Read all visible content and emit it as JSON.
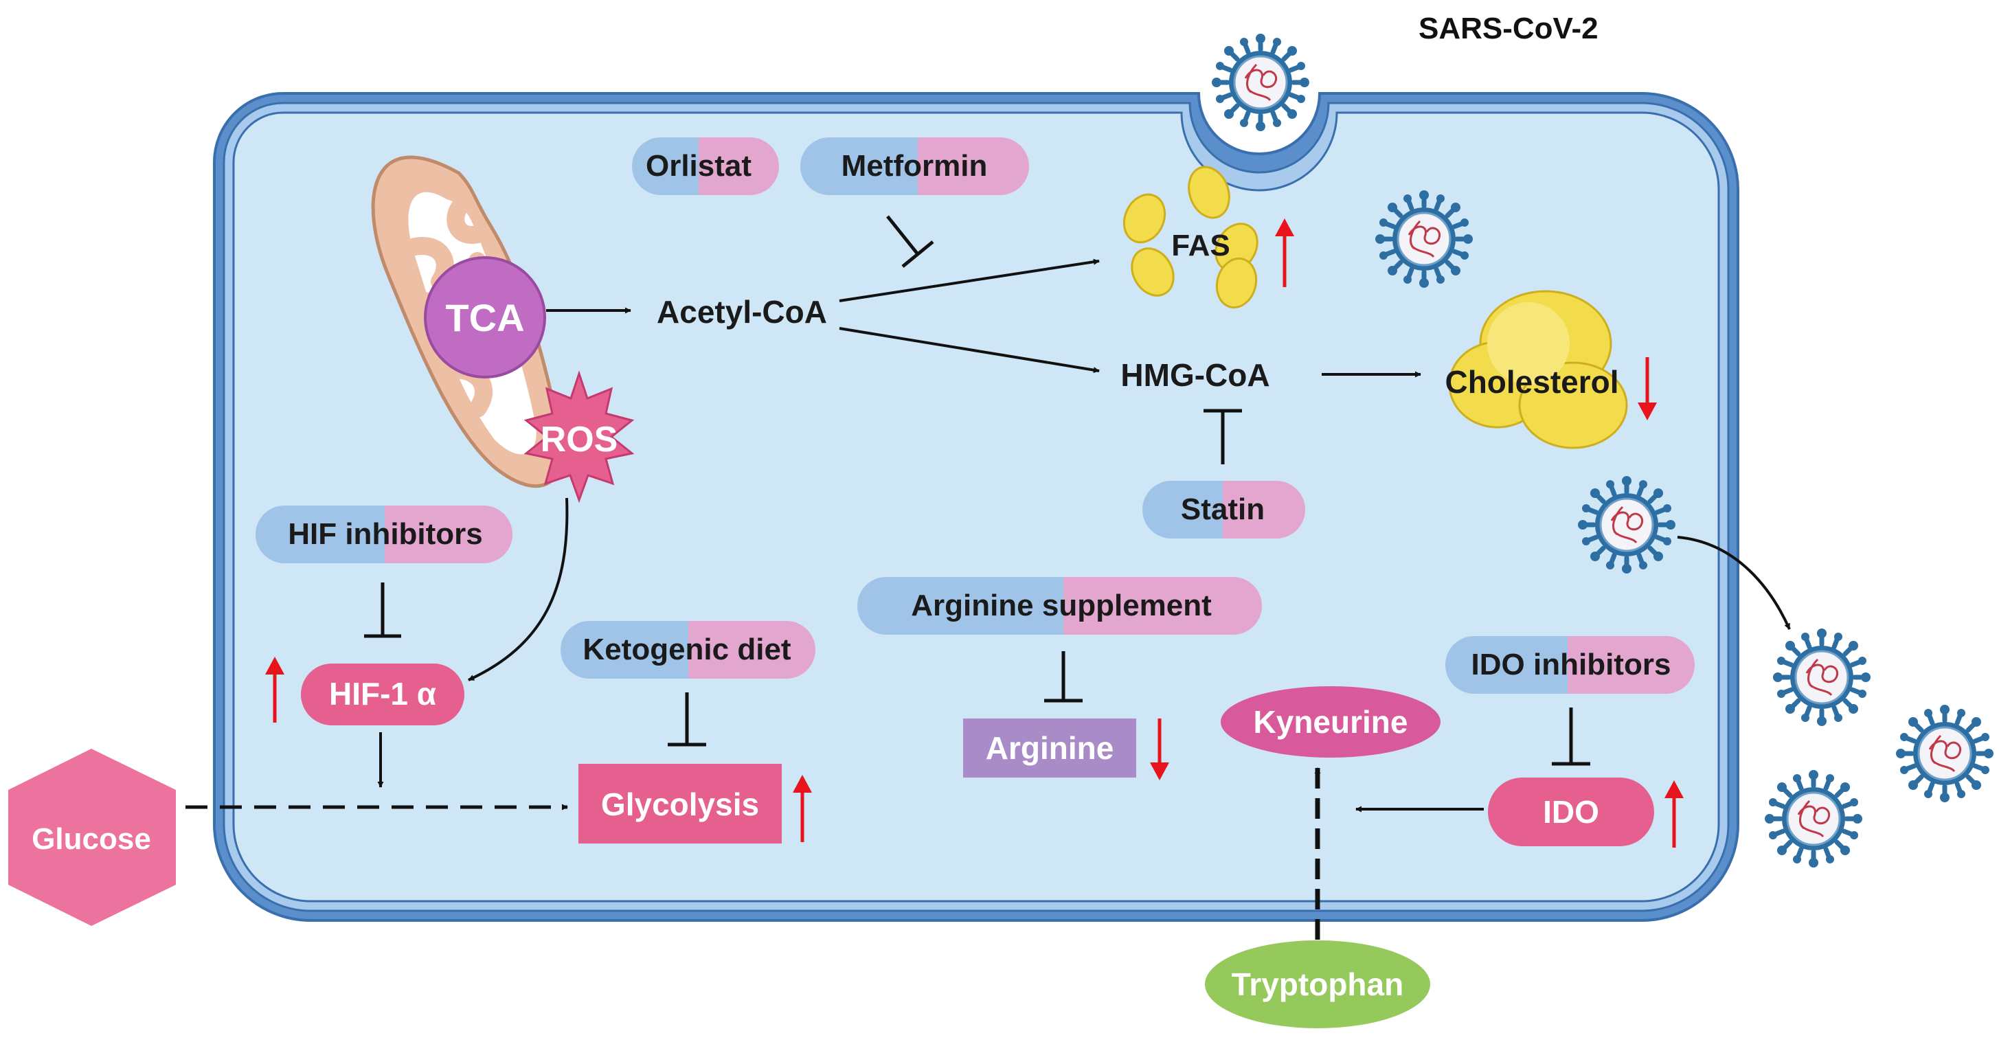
{
  "virus_label": "SARS-CoV-2",
  "drugs": {
    "orlistat": "Orlistat",
    "metformin": "Metformin",
    "statin": "Statin",
    "hif_inhibitors": "HIF inhibitors",
    "ketogenic_diet": "Ketogenic diet",
    "arginine_supplement": "Arginine supplement",
    "ido_inhibitors": "IDO inhibitors"
  },
  "nodes": {
    "tca": "TCA",
    "ros": "ROS",
    "acetyl_coa": "Acetyl-CoA",
    "fas": "FAS",
    "hmg_coa": "HMG-CoA",
    "cholesterol": "Cholesterol",
    "hif1a": "HIF-1 α",
    "glucose": "Glucose",
    "glycolysis": "Glycolysis",
    "arginine": "Arginine",
    "kyneurine": "Kyneurine",
    "ido": "IDO",
    "tryptophan": "Tryptophan"
  },
  "regulation": {
    "fas": "up",
    "cholesterol": "down",
    "hif1a": "up",
    "glycolysis": "up",
    "arginine": "down",
    "ido": "up"
  },
  "colors": {
    "cell_fill": "#cfe6f7",
    "membrane": "#4a86c9",
    "drug_blue": "#9fc4e8",
    "drug_pink": "#e3a6cf",
    "magenta": "#e6608f",
    "tca_purple": "#c06cc2",
    "mito_tan": "#edbfa4",
    "lipid_yellow": "#f3dc4c",
    "arginine_purple": "#a88bc7",
    "kyneurine_pink": "#d85a9a",
    "tryptophan_green": "#96c95c",
    "glucose_pink": "#ec739e",
    "virus_blue": "#2d6ea3",
    "up_down_arrow": "#e8141c"
  }
}
